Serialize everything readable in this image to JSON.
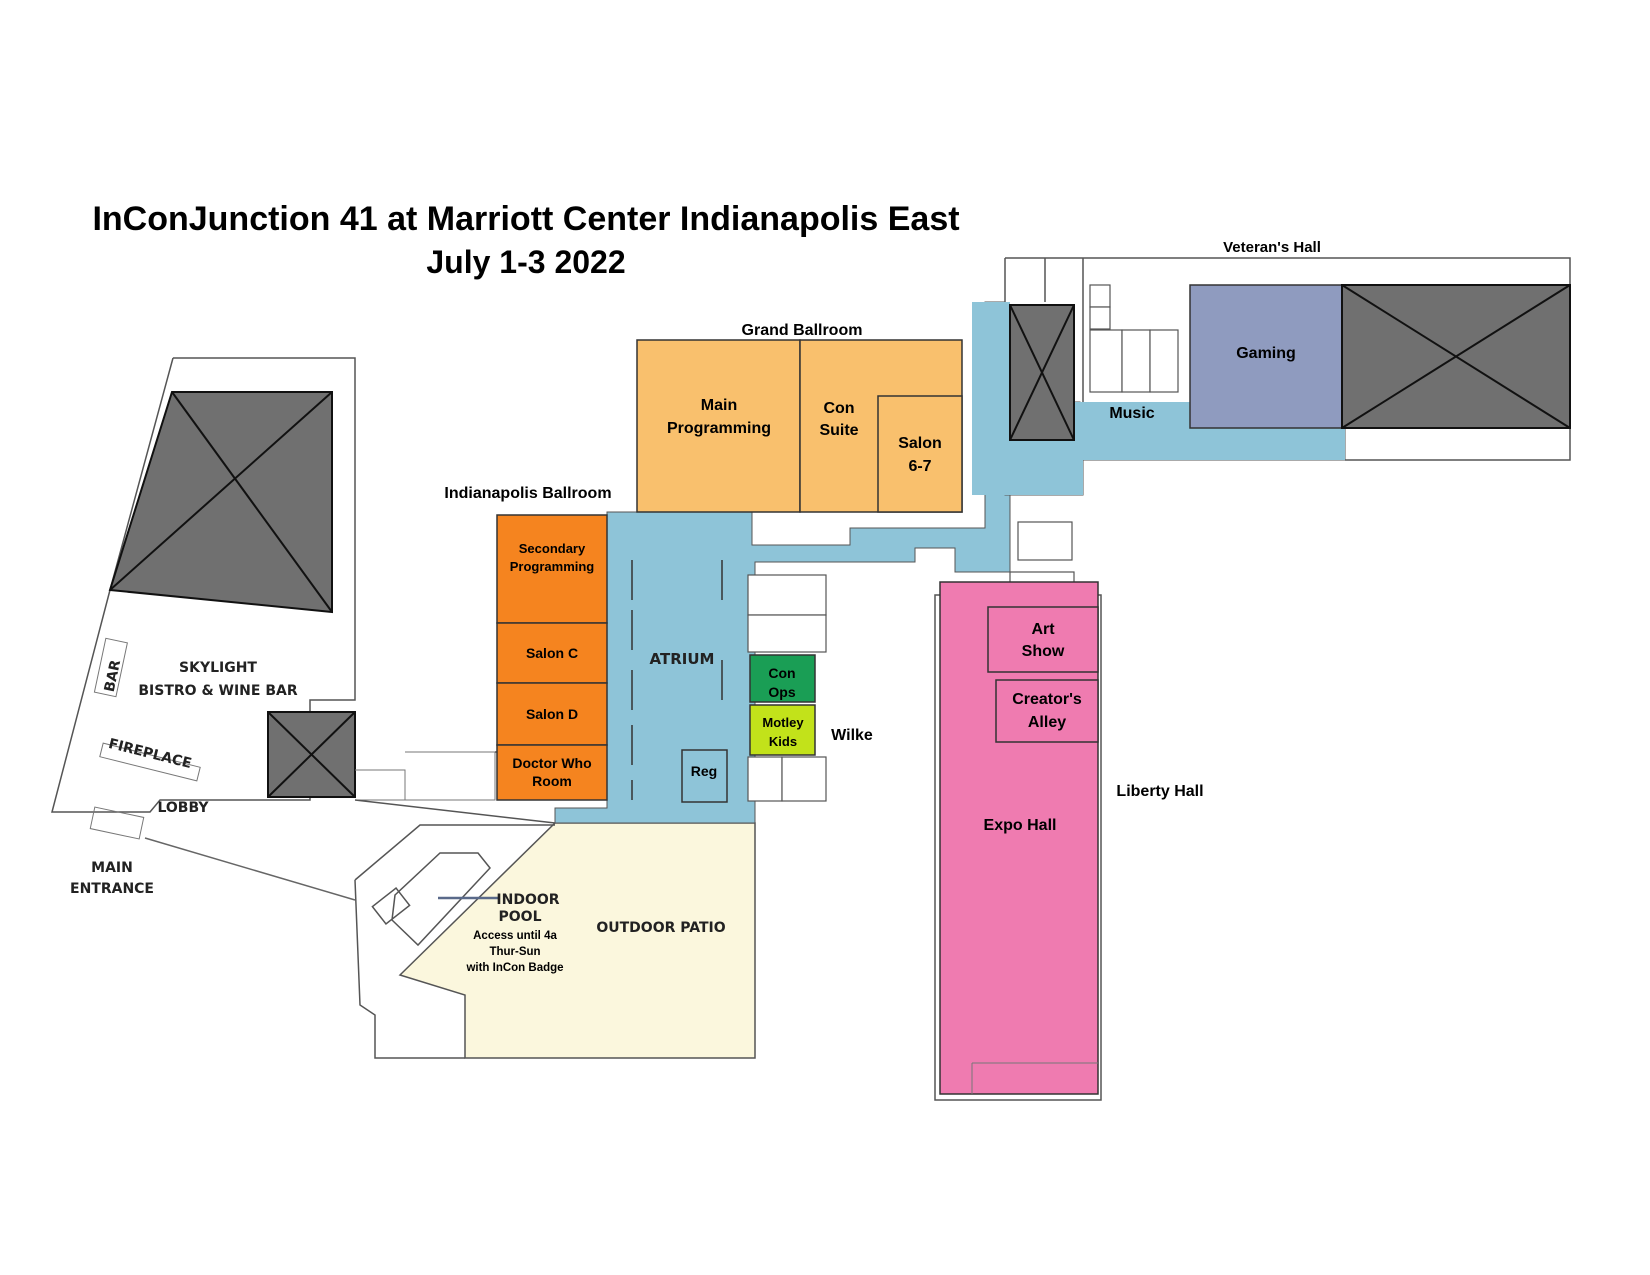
{
  "title": {
    "line1": "InConJunction 41 at Marriott Center Indianapolis East",
    "line2": "July 1-3 2022"
  },
  "colors": {
    "corridor": "#8ec4d8",
    "grand_ballroom": "#f9c06d",
    "indianapolis_ballroom": "#f5841f",
    "gaming": "#8f9bbf",
    "expo": "#ef7bb0",
    "con_ops": "#1a9e55",
    "motley_kids": "#c2e21a",
    "patio": "#fbf7dd",
    "closed": "#707070"
  },
  "area_labels": {
    "grand_ballroom": "Grand Ballroom",
    "indianapolis_ballroom": "Indianapolis Ballroom",
    "veterans_hall": "Veteran's Hall",
    "liberty_hall": "Liberty Hall",
    "wilke": "Wilke",
    "atrium": "ATRIUM",
    "music": "Music"
  },
  "rooms": {
    "main_programming": [
      "Main",
      "Programming"
    ],
    "con_suite": [
      "Con",
      "Suite"
    ],
    "salon_67": [
      "Salon",
      "6-7"
    ],
    "gaming": "Gaming",
    "secondary_programming": [
      "Secondary",
      "Programming"
    ],
    "salon_c": "Salon C",
    "salon_d": "Salon D",
    "doctor_who": [
      "Doctor Who",
      "Room"
    ],
    "reg": "Reg",
    "con_ops": [
      "Con",
      "Ops"
    ],
    "motley_kids": [
      "Motley",
      "Kids"
    ],
    "art_show": [
      "Art",
      "Show"
    ],
    "creators_alley": [
      "Creator's",
      "Alley"
    ],
    "expo_hall": "Expo Hall"
  },
  "hotel_labels": {
    "skylight": [
      "SKYLIGHT",
      "BISTRO & WINE BAR"
    ],
    "bar": "BAR",
    "fireplace": "FIREPLACE",
    "lobby": "LOBBY",
    "main_entrance": [
      "MAIN",
      "ENTRANCE"
    ],
    "indoor_pool": [
      "INDOOR",
      "POOL"
    ],
    "pool_access": [
      "Access until 4a",
      "Thur-Sun",
      "with InCon Badge"
    ],
    "outdoor_patio": "OUTDOOR PATIO"
  }
}
